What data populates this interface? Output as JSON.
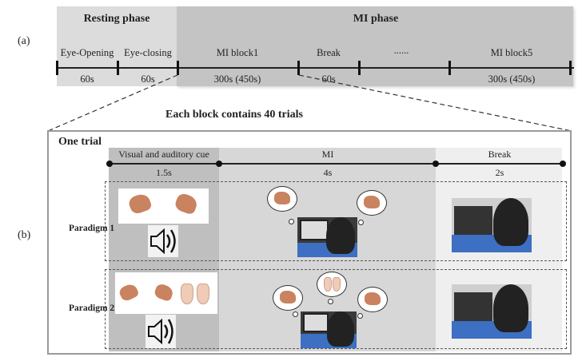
{
  "panel_a": {
    "label": "(a)",
    "resting_phase": {
      "title": "Resting phase",
      "segments": [
        {
          "name": "Eye-Opening",
          "duration": "60s"
        },
        {
          "name": "Eye-closing",
          "duration": "60s"
        }
      ]
    },
    "mi_phase": {
      "title": "MI phase",
      "segments": [
        {
          "name": "MI block1",
          "duration": "300s (450s)"
        },
        {
          "name": "Break",
          "duration": "60s"
        },
        {
          "name": "......",
          "duration": ""
        },
        {
          "name": "MI block5",
          "duration": "300s (450s)"
        }
      ]
    }
  },
  "panel_b": {
    "label": "(b)",
    "caption": "Each block contains 40 trials",
    "trial_title": "One trial",
    "stages": [
      {
        "name": "Visual and auditory cue",
        "duration": "1.5s"
      },
      {
        "name": "MI",
        "duration": "4s"
      },
      {
        "name": "Break",
        "duration": "2s"
      }
    ],
    "paradigms": [
      {
        "label": "Paradigm 1",
        "cue_icons": [
          "left-fist",
          "right-fist"
        ],
        "imagery": [
          "left-hand",
          "right-hand"
        ]
      },
      {
        "label": "Paradigm 2",
        "cue_icons": [
          "left-fist",
          "right-fist",
          "feet"
        ],
        "imagery": [
          "left-hand",
          "feet",
          "right-hand"
        ]
      }
    ]
  },
  "colors": {
    "resting_bg": "#dcdcdc",
    "mi_phase_bg": "#c4c4c4",
    "cue_bg": "#bfbfbf",
    "mi_bg": "#d7d7d7",
    "break_bg": "#efefef",
    "skin": "#c98360"
  }
}
